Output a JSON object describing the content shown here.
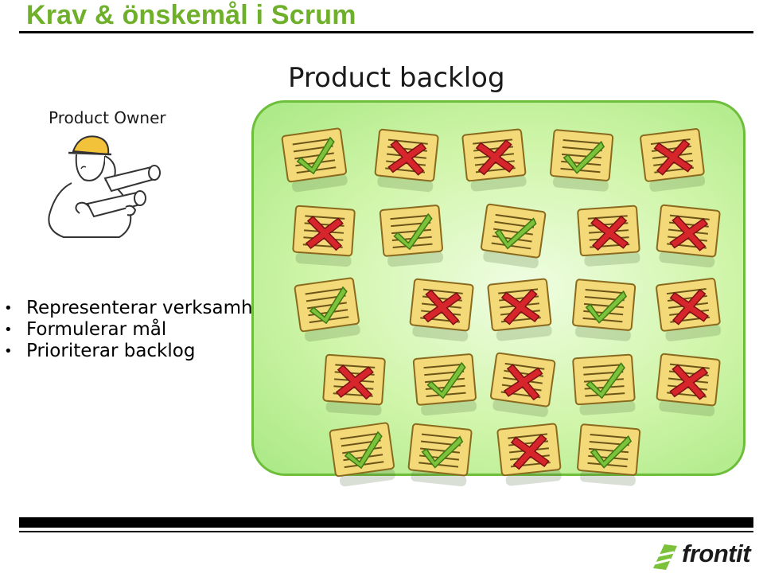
{
  "slide": {
    "title": "Krav & önskemål i Scrum"
  },
  "owner": {
    "label": "Product Owner",
    "figure_icon": "product-owner-illustration"
  },
  "bullets": [
    "Representerar verksamheten",
    "Formulerar mål",
    "Prioriterar backlog"
  ],
  "backlog": {
    "title": "Product backlog",
    "item_icons": [
      "check-icon",
      "cross-icon"
    ],
    "rows": [
      [
        "check",
        "cross",
        "cross",
        "check",
        "cross"
      ],
      [
        "cross",
        "check",
        "check",
        "cross",
        "cross"
      ],
      [
        "check",
        "cross",
        "cross",
        "check",
        "cross"
      ],
      [
        "cross",
        "check",
        "cross",
        "check",
        "cross"
      ],
      [
        "check",
        "check",
        "cross",
        "check"
      ]
    ]
  },
  "colors": {
    "title": "#6fb02b",
    "panel_border": "#6dbe3a",
    "card": "#f3d978",
    "check": "#7bc13a",
    "cross": "#d6262b"
  },
  "brand": {
    "name": "frontit"
  }
}
